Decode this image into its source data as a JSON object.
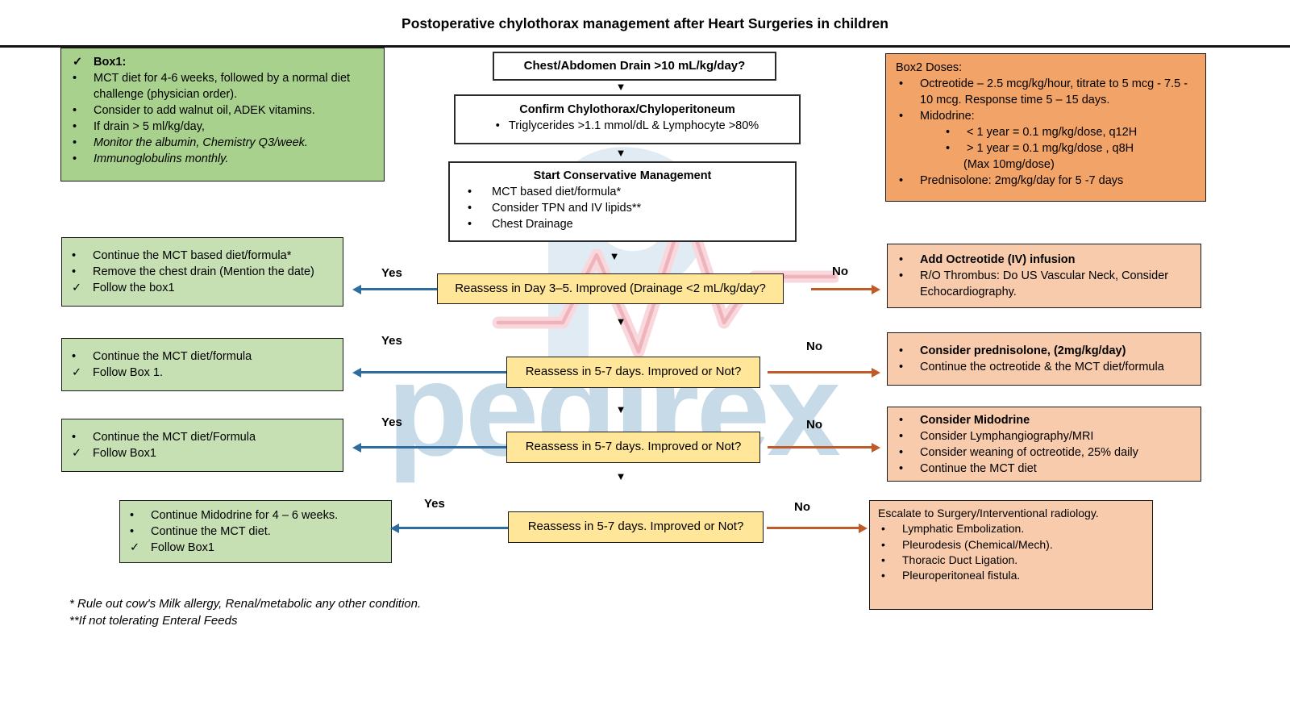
{
  "title": "Postoperative chylothorax management after Heart Surgeries in children",
  "icons": {
    "down_arrow": "▼"
  },
  "watermark": {
    "text": "pedirex"
  },
  "colors": {
    "box1_green": "#a9d18e",
    "left_green": "#c6e0b4",
    "box2_orange": "#f2a368",
    "right_orange": "#f8cbad",
    "question_yellow": "#ffe699",
    "yes_arrow_blue": "#2e6d9e",
    "no_arrow_orange": "#c05a28",
    "watermark_blue": "#bcd5e6",
    "watermark_pink": "#f3aab6"
  },
  "box1": {
    "header_marker": "✓",
    "header": "Box1:",
    "items": [
      {
        "marker": "•",
        "text": "MCT diet for 4-6 weeks, followed by a normal diet challenge (physician order)."
      },
      {
        "marker": "•",
        "text": "Consider to add walnut oil, ADEK vitamins."
      },
      {
        "marker": "•",
        "text": "If drain > 5 ml/kg/day,"
      },
      {
        "marker": "•",
        "text": "Monitor the albumin, Chemistry Q3/week."
      },
      {
        "marker": "•",
        "text": "Immunoglobulins monthly."
      }
    ]
  },
  "box2": {
    "header": "Box2 Doses:",
    "items": [
      {
        "marker": "•",
        "text": "Octreotide – 2.5 mcg/kg/hour, titrate to 5 mcg - 7.5 - 10 mcg. Response time 5 – 15 days."
      },
      {
        "marker": "•",
        "text": "Midodrine:"
      },
      {
        "marker": "•",
        "text": "< 1 year = 0.1 mg/kg/dose, q12H"
      },
      {
        "marker": "•",
        "text": "> 1 year = 0.1 mg/kg/dose , q8H"
      },
      {
        "marker": "",
        "text": "(Max 10mg/dose)"
      },
      {
        "marker": "•",
        "text": "Prednisolone: 2mg/kg/day for 5 -7 days"
      }
    ]
  },
  "flow": {
    "start": "Chest/Abdomen Drain >10 mL/kg/day?",
    "confirm_title": "Confirm Chylothorax/Chyloperitoneum",
    "confirm_marker": "•",
    "confirm_detail": "Triglycerides >1.1 mmol/dL & Lymphocyte >80%",
    "conservative_title": "Start Conservative Management",
    "conservative_items": [
      {
        "marker": "•",
        "text": "MCT based diet/formula*"
      },
      {
        "marker": "•",
        "text": "Consider TPN and IV lipids**"
      },
      {
        "marker": "•",
        "text": "Chest Drainage"
      }
    ]
  },
  "rows": [
    {
      "yes": "Yes",
      "no": "No",
      "question": "Reassess in Day 3–5. Improved (Drainage <2 mL/kg/day?",
      "left_items": [
        {
          "marker": "•",
          "text": "Continue the MCT based diet/formula*"
        },
        {
          "marker": "•",
          "text": "Remove the chest drain (Mention the date)"
        },
        {
          "marker": "✓",
          "text": "Follow the box1"
        }
      ],
      "right_items": [
        {
          "marker": "•",
          "text": "Add Octreotide (IV) infusion"
        },
        {
          "marker": "•",
          "text": "R/O Thrombus: Do US Vascular Neck, Consider Echocardiography."
        }
      ]
    },
    {
      "yes": "Yes",
      "no": "No",
      "question": "Reassess in 5-7 days. Improved or Not?",
      "left_items": [
        {
          "marker": "•",
          "text": "Continue the MCT diet/formula"
        },
        {
          "marker": "✓",
          "text": "Follow Box 1."
        }
      ],
      "right_items": [
        {
          "marker": "•",
          "text": "Consider prednisolone, (2mg/kg/day)"
        },
        {
          "marker": "•",
          "text": "Continue the octreotide & the MCT diet/formula"
        }
      ]
    },
    {
      "yes": "Yes",
      "no": "No",
      "question": "Reassess in 5-7 days. Improved or Not?",
      "left_items": [
        {
          "marker": "•",
          "text": "Continue the MCT diet/Formula"
        },
        {
          "marker": "✓",
          "text": "Follow Box1"
        }
      ],
      "right_items": [
        {
          "marker": "•",
          "text": "Consider Midodrine"
        },
        {
          "marker": "•",
          "text": "Consider Lymphangiography/MRI"
        },
        {
          "marker": "•",
          "text": "Consider weaning of octreotide, 25% daily"
        },
        {
          "marker": "•",
          "text": "Continue the MCT diet"
        }
      ]
    },
    {
      "yes": "Yes",
      "no": "No",
      "question": "Reassess in 5-7 days. Improved or Not?",
      "left_items": [
        {
          "marker": "•",
          "text": "Continue Midodrine for 4 – 6 weeks."
        },
        {
          "marker": "•",
          "text": "Continue the MCT diet."
        },
        {
          "marker": "✓",
          "text": "Follow Box1"
        }
      ],
      "right_header": "Escalate to Surgery/Interventional radiology.",
      "right_items": [
        {
          "marker": "•",
          "text": "Lymphatic Embolization."
        },
        {
          "marker": "•",
          "text": "Pleurodesis (Chemical/Mech)."
        },
        {
          "marker": "•",
          "text": "Thoracic Duct Ligation."
        },
        {
          "marker": "•",
          "text": "Pleuroperitoneal fistula."
        }
      ]
    }
  ],
  "footnotes": [
    "* Rule out cow's Milk allergy, Renal/metabolic any other condition.",
    "**If not tolerating Enteral Feeds"
  ]
}
